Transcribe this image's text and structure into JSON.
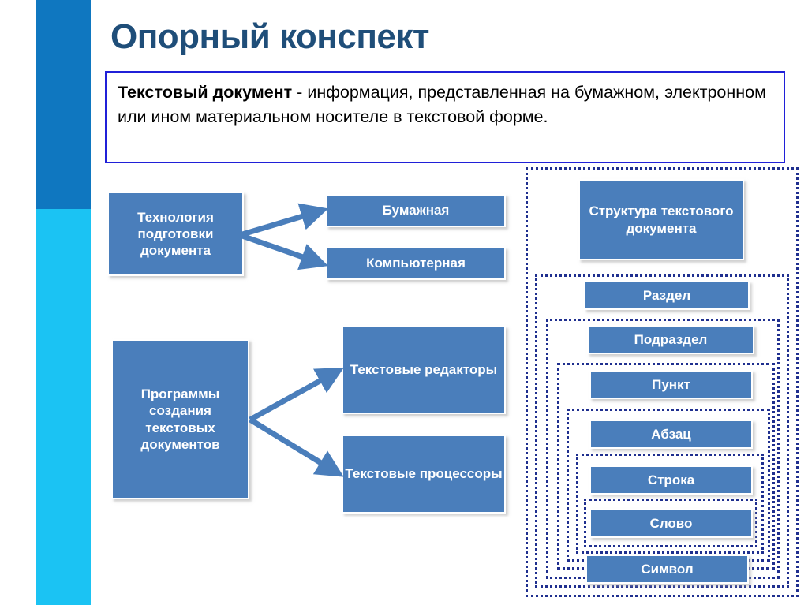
{
  "slide": {
    "title": "Опорный конспект",
    "background_color": "#ffffff",
    "title_color": "#1f4e79"
  },
  "sidebar": {
    "top_color": "#0f77c0",
    "bottom_color": "#1bc3f3"
  },
  "definition": {
    "term": "Текстовый документ",
    "separator": " - ",
    "body": "информация, представленная на бумажном, электронном или ином материальном носителе в текстовой форме.",
    "border_color": "#2020d8"
  },
  "diagram": {
    "node_fill": "#4a7ebb",
    "node_text_color": "#ffffff",
    "arrow_color": "#4a7ebb",
    "groups": [
      {
        "root": "Технология подготовки документа",
        "children": [
          "Бумажная",
          "Компьютерная"
        ]
      },
      {
        "root": "Программы создания текстовых документов",
        "children": [
          "Текстовые редакторы",
          "Текстовые процессоры"
        ]
      }
    ]
  },
  "structure": {
    "dotted_border_color": "#1f2f8f",
    "title": "Структура текстового документа",
    "levels": [
      "Раздел",
      "Подраздел",
      "Пункт",
      "Абзац",
      "Строка",
      "Слово",
      "Символ"
    ]
  }
}
